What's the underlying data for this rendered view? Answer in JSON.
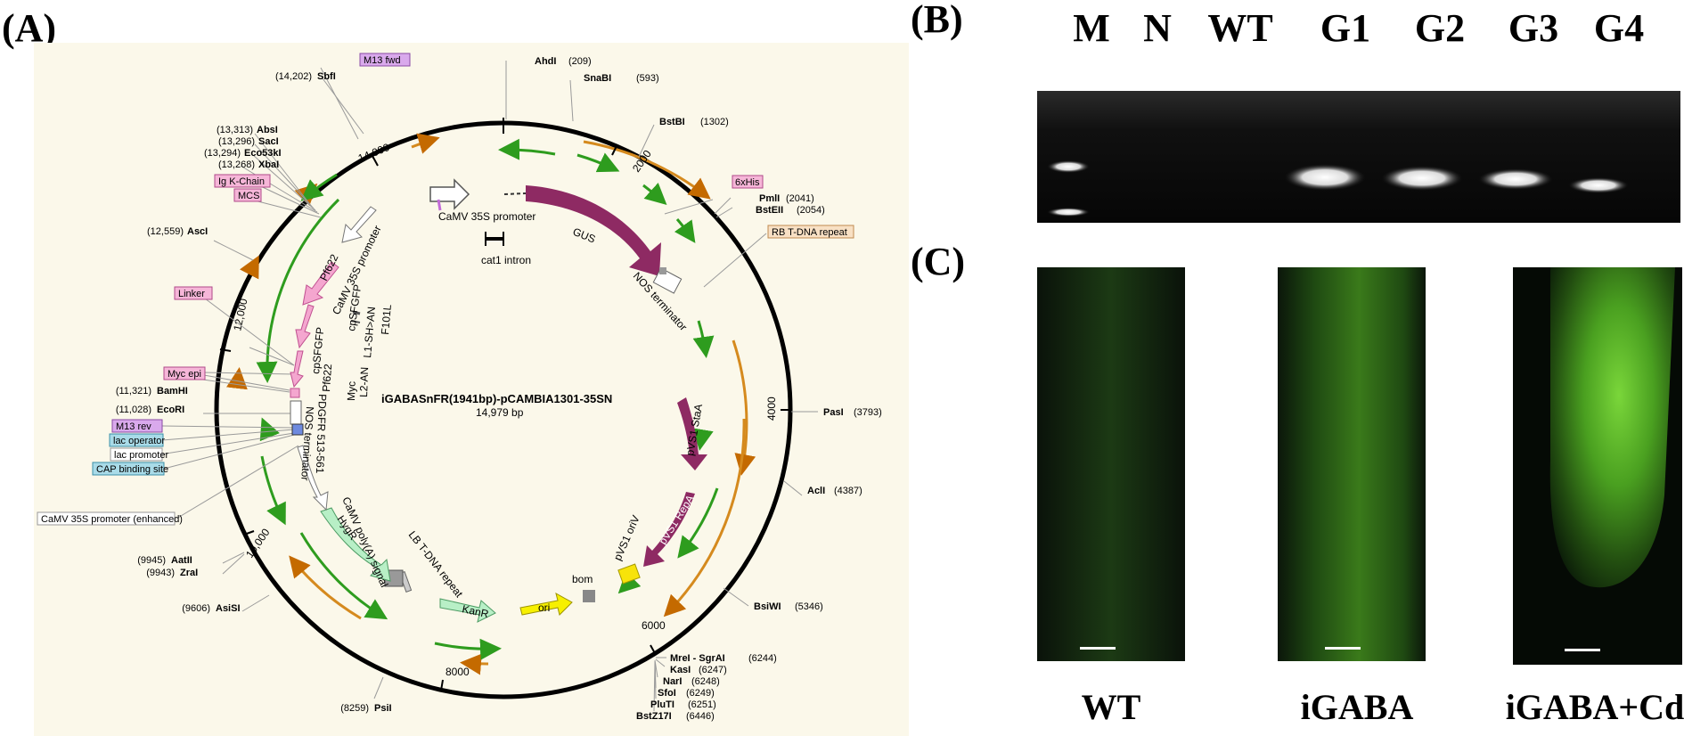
{
  "panels": {
    "a": "(A)",
    "b": "(B)",
    "c": "(C)"
  },
  "plasmid": {
    "name": "iGABASnFR(1941bp)-pCAMBIA1301-35SN",
    "size": "14,979 bp",
    "ticks": [
      "2000",
      "4000",
      "6000",
      "8000",
      "10,000",
      "12,000",
      "14,000"
    ],
    "sites_left": [
      {
        "pos": "(14,202)",
        "name": "SbfI"
      },
      {
        "pos": "(13,313)",
        "name": "AbsI"
      },
      {
        "pos": "(13,296)",
        "name": "SacI"
      },
      {
        "pos": "(13,294)",
        "name": "Eco53kI"
      },
      {
        "pos": "(13,268)",
        "name": "XbaI"
      },
      {
        "pos": "(12,559)",
        "name": "AscI"
      },
      {
        "pos": "(11,321)",
        "name": "BamHI"
      },
      {
        "pos": "(11,028)",
        "name": "EcoRI"
      },
      {
        "pos": "(9945)",
        "name": "AatII"
      },
      {
        "pos": "(9943)",
        "name": "ZraI"
      },
      {
        "pos": "(9606)",
        "name": "AsiSI"
      },
      {
        "pos": "(8259)",
        "name": "PsiI"
      }
    ],
    "sites_right": [
      {
        "name": "AhdI",
        "pos": "(209)"
      },
      {
        "name": "SnaBI",
        "pos": "(593)"
      },
      {
        "name": "BstBI",
        "pos": "(1302)"
      },
      {
        "name": "PmlI",
        "pos": "(2041)"
      },
      {
        "name": "BstEII",
        "pos": "(2054)"
      },
      {
        "name": "PasI",
        "pos": "(3793)"
      },
      {
        "name": "AclI",
        "pos": "(4387)"
      },
      {
        "name": "BsiWI",
        "pos": "(5346)"
      },
      {
        "name": "MreI - SgrAI",
        "pos": "(6244)"
      },
      {
        "name": "KasI",
        "pos": "(6247)"
      },
      {
        "name": "NarI",
        "pos": "(6248)"
      },
      {
        "name": "SfoI",
        "pos": "(6249)"
      },
      {
        "name": "PluTI",
        "pos": "(6251)"
      },
      {
        "name": "BstZ17I",
        "pos": "(6446)"
      }
    ],
    "boxed": {
      "m13fwd": "M13 fwd",
      "igk": "Ig K-Chain",
      "mcs": "MCS",
      "linker": "Linker",
      "mycepi": "Myc epi",
      "m13rev": "M13 rev",
      "lacop": "lac operator",
      "lacprom": "lac promoter",
      "cap": "CAP binding site",
      "camvenh": "CaMV 35S promoter (enhanced)",
      "hisx6": "6xHis",
      "rbtdna": "RB T-DNA repeat"
    },
    "features": {
      "camv_top": "CaMV 35S promoter",
      "gus": "GUS",
      "cat1": "cat1 intron",
      "nos_top": "NOS terminator",
      "camv_left": "CaMV 35S promoter",
      "pf622a": "Pf622",
      "cpsfgfp1": "cpSFGFP",
      "cpsfgfp2": "cpSFGFP",
      "pf622b": "Pf622",
      "l1": "L1-SH>AN",
      "f101l": "F101L",
      "myc": "Myc",
      "l2": "L2-AN",
      "pdgfr": "PDGFR 513-561",
      "nos_left": "NOS terminator",
      "camvpolya": "CaMV poly(A) signal",
      "hygr": "HygR",
      "lbtdna": "LB T-DNA repeat",
      "kanr": "KanR",
      "ori": "ori",
      "bom": "bom",
      "pvs1oriv": "pVS1 oriV",
      "pvs1repa": "pVS1 RepA",
      "pvs1staa": "pVS1 StaA"
    }
  },
  "gel": {
    "lanes": [
      "M",
      "N",
      "WT",
      "G1",
      "G2",
      "G3",
      "G4"
    ]
  },
  "fluorescence": {
    "captions": [
      "WT",
      "iGABA",
      "iGABA+Cd"
    ]
  }
}
